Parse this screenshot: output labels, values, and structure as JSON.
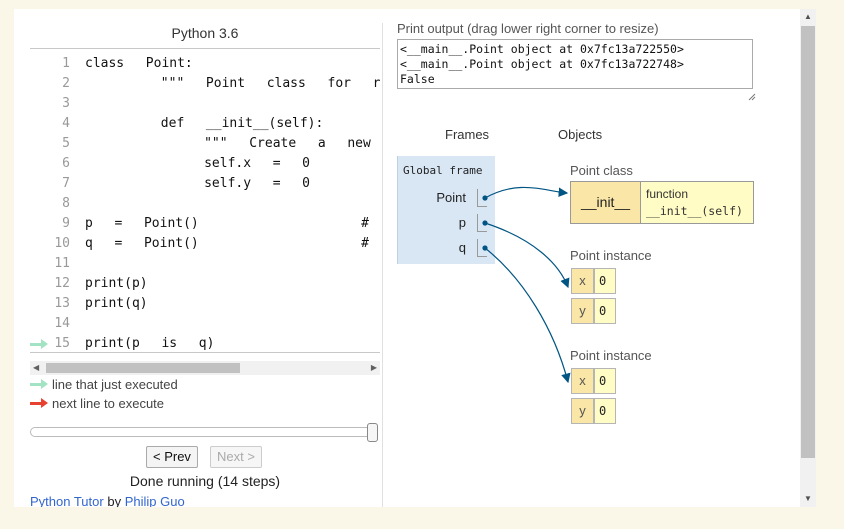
{
  "code_panel": {
    "title": "Python 3.6",
    "lines": [
      {
        "num": "1",
        "text": "class  Point:"
      },
      {
        "num": "2",
        "text": "       \"\"\"  Point  class  for  repres"
      },
      {
        "num": "3",
        "text": ""
      },
      {
        "num": "4",
        "text": "       def  __init__(self):"
      },
      {
        "num": "5",
        "text": "           \"\"\"  Create  a  new  p"
      },
      {
        "num": "6",
        "text": "           self.x  =  0"
      },
      {
        "num": "7",
        "text": "           self.y  =  0"
      },
      {
        "num": "8",
        "text": ""
      },
      {
        "num": "9",
        "text": "p  =  Point()               #  Inst"
      },
      {
        "num": "10",
        "text": "q  =  Point()               #  and"
      },
      {
        "num": "11",
        "text": ""
      },
      {
        "num": "12",
        "text": "print(p)"
      },
      {
        "num": "13",
        "text": "print(q)"
      },
      {
        "num": "14",
        "text": ""
      },
      {
        "num": "15",
        "text": "print(p  is  q)"
      }
    ],
    "current_line": "15"
  },
  "legend": {
    "just_executed": "line that just executed",
    "next_to_execute": "next line to execute"
  },
  "navigation": {
    "prev_label": "< Prev",
    "next_label": "Next >",
    "status": "Done running (14 steps)"
  },
  "footer": {
    "link1": "Python Tutor",
    "by": "by",
    "link2": "Philip Guo"
  },
  "print_output": {
    "title": "Print output (drag lower right corner to resize)",
    "lines": [
      "<__main__.Point object at 0x7fc13a722550>",
      "<__main__.Point object at 0x7fc13a722748>",
      "False"
    ]
  },
  "visualization": {
    "frames_header": "Frames",
    "objects_header": "Objects",
    "global_frame": {
      "title": "Global frame",
      "vars": [
        "Point",
        "p",
        "q"
      ]
    },
    "point_class": {
      "label": "Point class",
      "key": "__init__",
      "value_type": "function",
      "value_sig": "__init__(self)"
    },
    "instance1": {
      "label": "Point instance",
      "fields": [
        {
          "key": "x",
          "value": "0"
        },
        {
          "key": "y",
          "value": "0"
        }
      ]
    },
    "instance2": {
      "label": "Point instance",
      "fields": [
        {
          "key": "x",
          "value": "0"
        },
        {
          "key": "y",
          "value": "0"
        }
      ]
    },
    "arrow_color": "#005583"
  }
}
